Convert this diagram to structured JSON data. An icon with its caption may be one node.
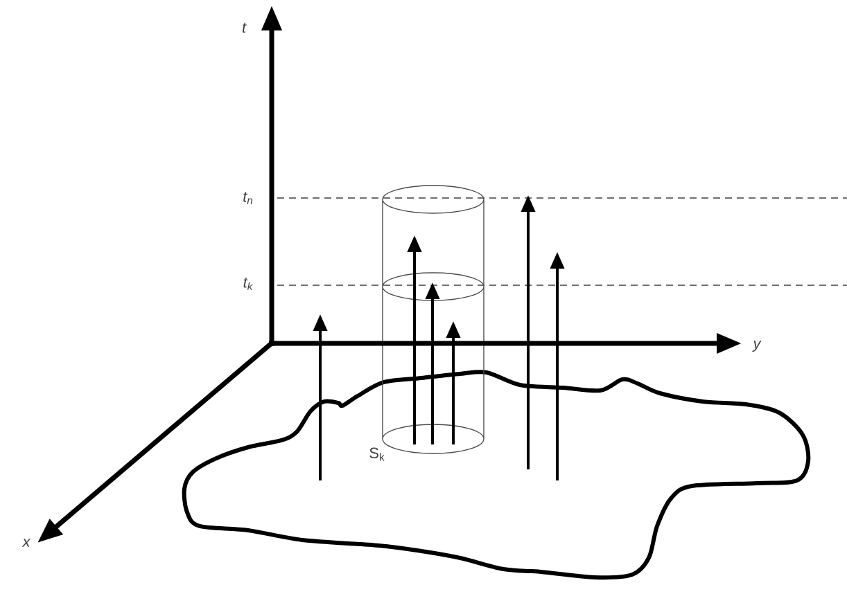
{
  "diagram": {
    "labels": [
      "t",
      "t$_{n}$",
      "t$_{k}$",
      "y",
      "S$_{k}$",
      "x"
    ]
  }
}
